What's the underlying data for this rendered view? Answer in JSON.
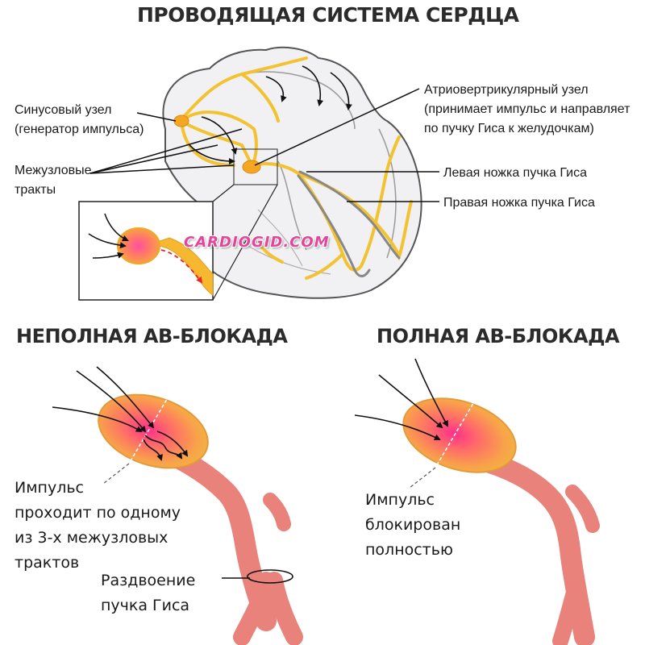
{
  "top_section": {
    "title": "ПРОВОДЯЩАЯ СИСТЕМА СЕРДЦА",
    "labels": {
      "sinus_node": [
        "Синусовый узел",
        "(генератор импульса)"
      ],
      "internodal_tracts": [
        "Межузловые",
        "тракты"
      ],
      "av_node": [
        "Атриовертрикулярный узел",
        "(принимает импульс и направляет",
        "по пучку Гиса к желудочкам)"
      ],
      "left_bundle": "Левая ножка пучка Гиса",
      "right_bundle": "Правая ножка пучка Гиса"
    },
    "watermark": "CARDIOGID.COM"
  },
  "incomplete_block": {
    "title": "НЕПОЛНАЯ АВ-БЛОКАДА",
    "description": [
      "Импульс",
      "проходит по одному",
      "из 3-х межузловых",
      "трактов"
    ],
    "bundle_split": [
      "Раздвоение",
      "пучка Гиса"
    ]
  },
  "complete_block": {
    "title": "ПОЛНАЯ АВ-БЛОКАДА",
    "description": [
      "Импульс",
      "блокирован",
      "полностью"
    ]
  },
  "colors": {
    "pathway": "#f2c230",
    "node_outer": "#f5a623",
    "bundle": "#e8827a",
    "title_text": "#2b2b2b",
    "watermark": "#e6439a"
  }
}
